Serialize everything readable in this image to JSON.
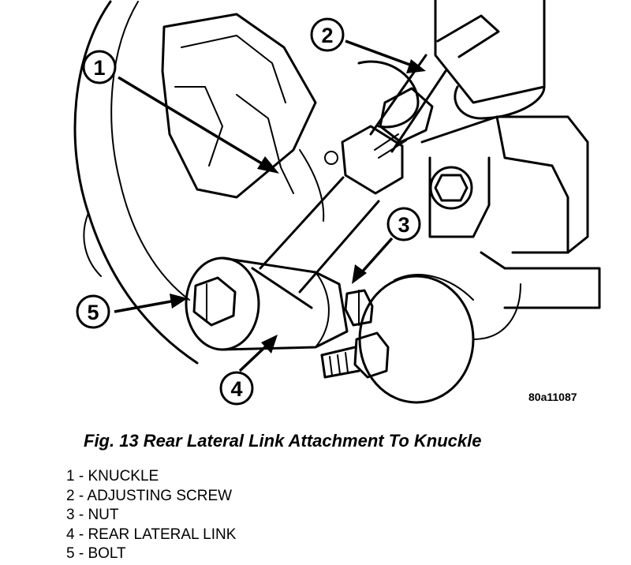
{
  "figure": {
    "caption": "Fig. 13 Rear Lateral Link Attachment To Knuckle",
    "code": "80a11087"
  },
  "callouts": [
    {
      "number": "1",
      "name": "knuckle"
    },
    {
      "number": "2",
      "name": "adjusting-screw"
    },
    {
      "number": "3",
      "name": "nut"
    },
    {
      "number": "4",
      "name": "rear-lateral-link"
    },
    {
      "number": "5",
      "name": "bolt"
    }
  ],
  "legend": [
    "1 - KNUCKLE",
    "2 - ADJUSTING SCREW",
    "3 - NUT",
    "4 - REAR LATERAL LINK",
    "5 - BOLT"
  ]
}
